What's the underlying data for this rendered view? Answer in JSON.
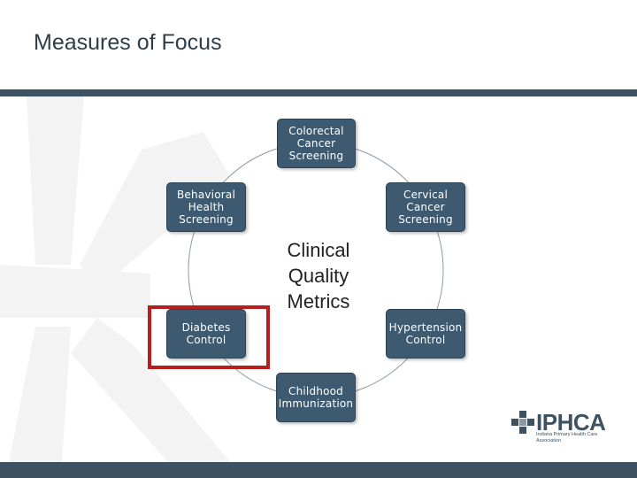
{
  "slide": {
    "title": "Measures of Focus"
  },
  "diagram": {
    "center_label": "Clinical\nQuality\nMetrics",
    "nodes": [
      {
        "id": "colorectal",
        "label": "Colorectal\nCancer\nScreening"
      },
      {
        "id": "cervical",
        "label": "Cervical\nCancer\nScreening"
      },
      {
        "id": "hypertension",
        "label": "Hypertension\nControl"
      },
      {
        "id": "childhood",
        "label": "Childhood\nImmunization"
      },
      {
        "id": "diabetes",
        "label": "Diabetes\nControl",
        "highlighted": true
      },
      {
        "id": "behavioral",
        "label": "Behavioral\nHealth\nScreening"
      }
    ],
    "highlight_color": "#b81e1e",
    "node_color": "#3e5a70"
  },
  "logo": {
    "name": "IPHCA",
    "tagline": "Indiana Primary Health Care\nAssociation"
  },
  "theme": {
    "bar_color": "#3d5263"
  }
}
